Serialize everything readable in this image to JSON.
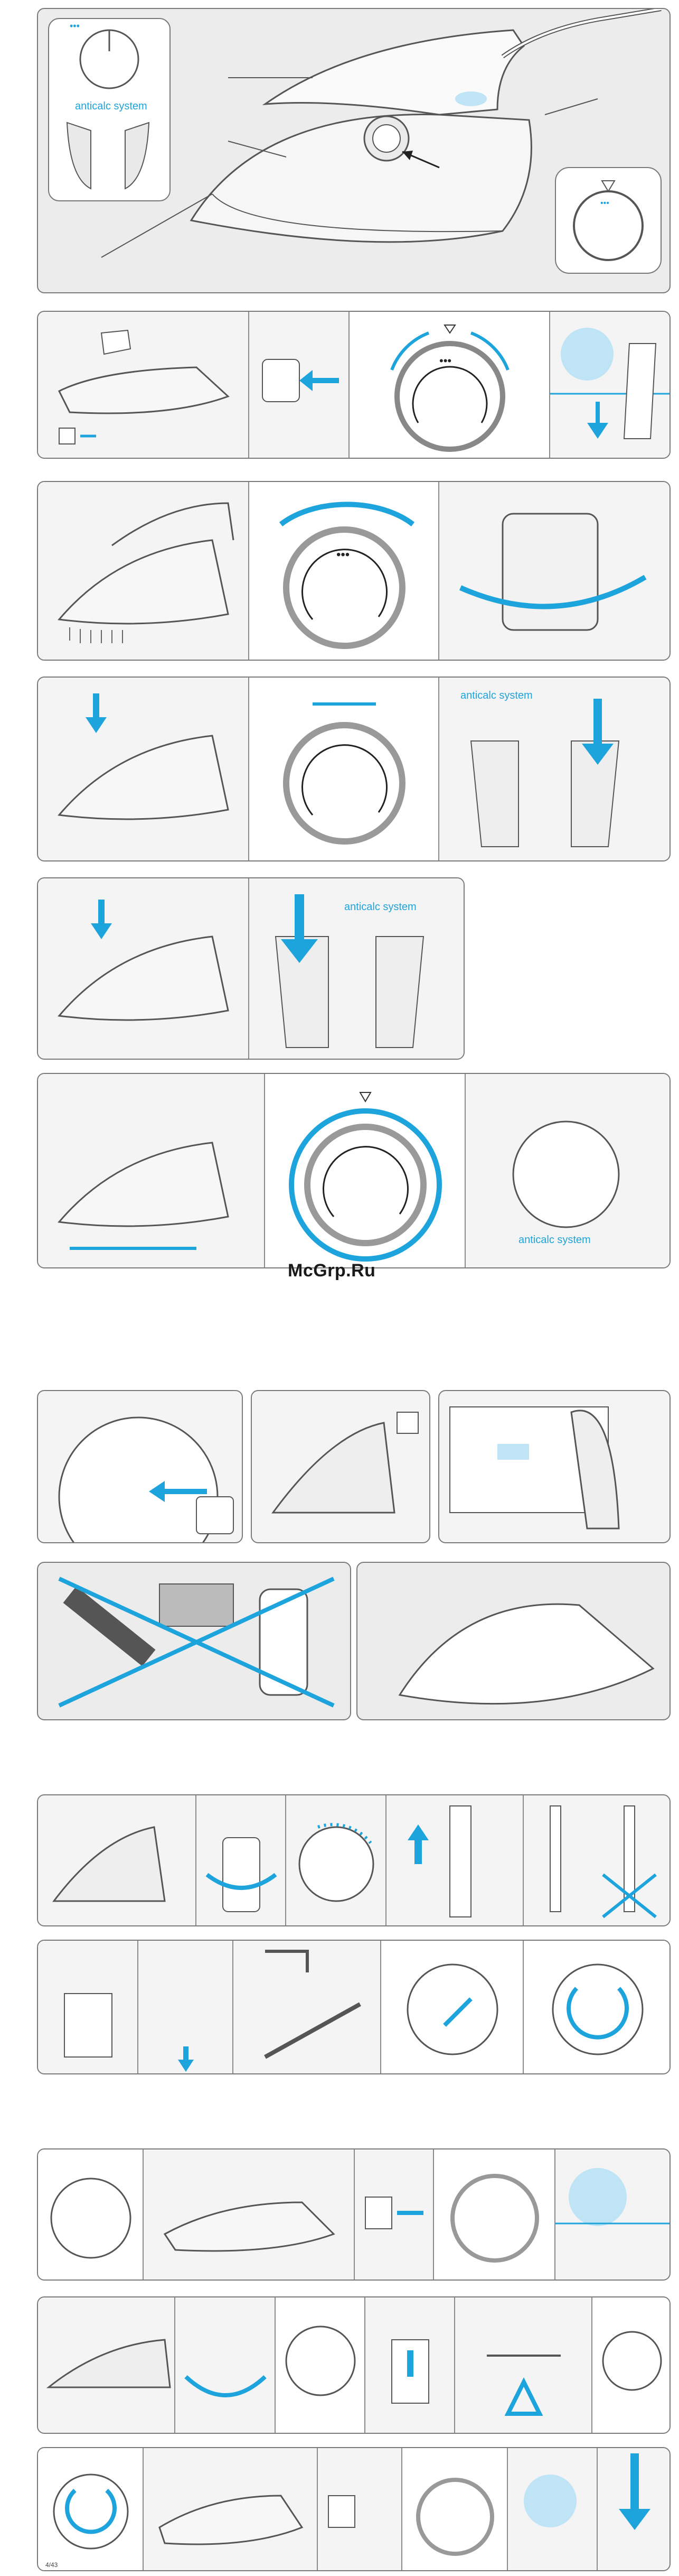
{
  "watermark": "McGrp.Ru",
  "labels": {
    "anticalc": "anticalc system",
    "steam_dots": "•••",
    "dial_min": "•",
    "dial_max": "•••",
    "small_footer": "4/43"
  },
  "colors": {
    "accent": "#1ea4dc",
    "panel_bg": "#dcdcdc",
    "cell_bg": "#f4f4f4",
    "stroke": "#555555"
  }
}
